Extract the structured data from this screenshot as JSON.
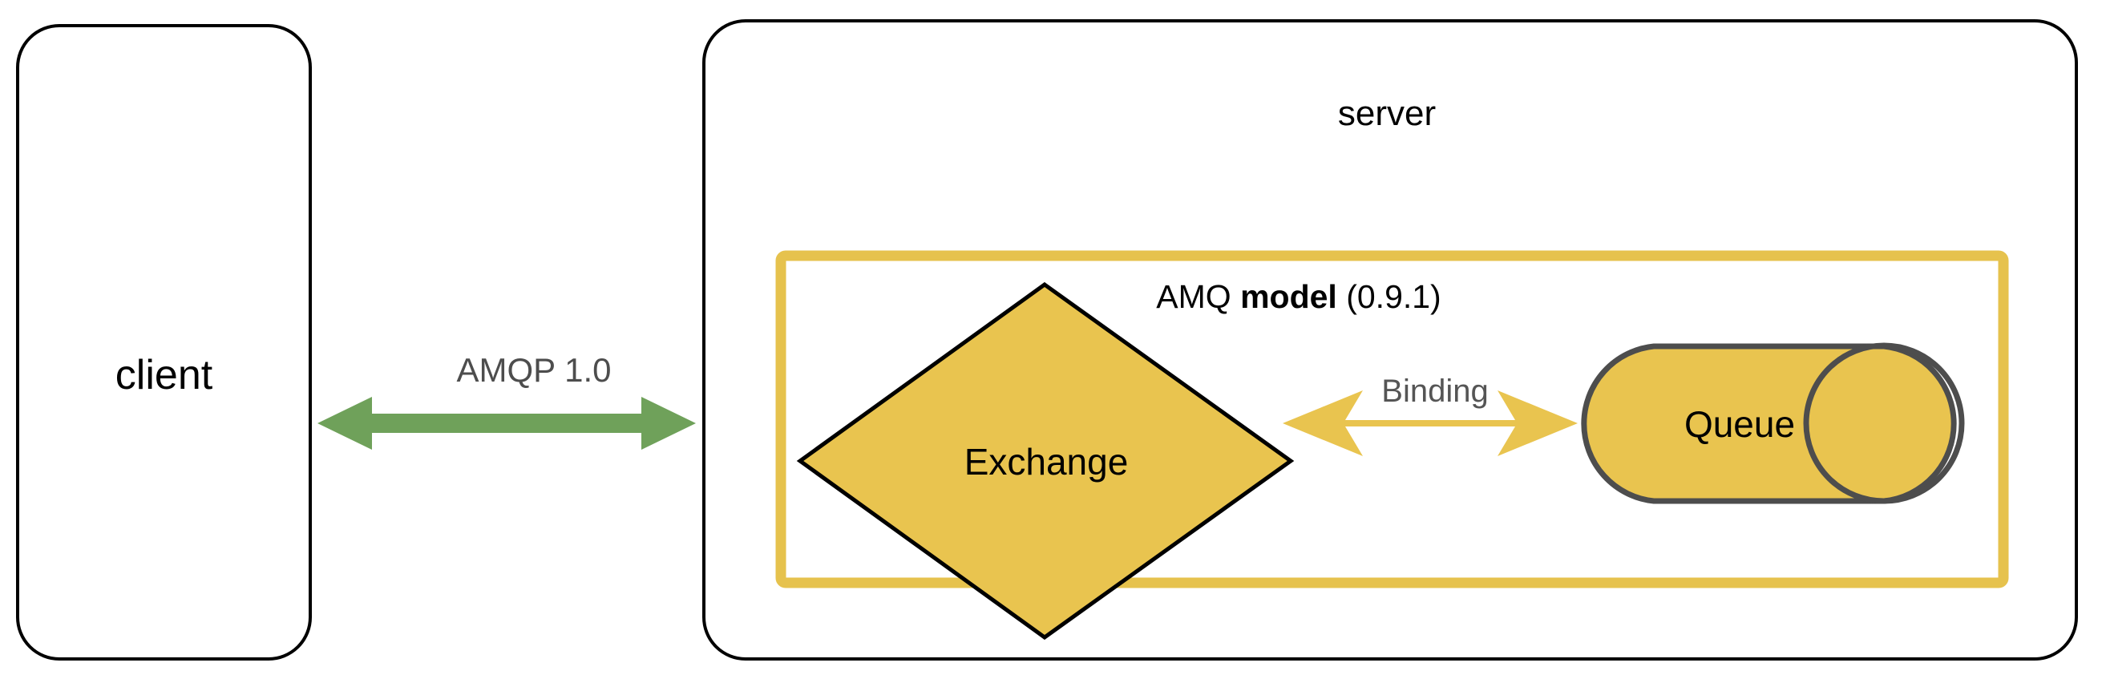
{
  "diagram": {
    "type": "architecture-diagram",
    "title_nodes": [
      "client",
      "server"
    ],
    "colors": {
      "shape_fill": "#E9C44F",
      "model_border": "#E6C24D",
      "binding_arrow": "#E9C44F",
      "amqp_arrow": "#6FA15A",
      "node_stroke": "#000000",
      "cylinder_stroke": "#4D4D4D",
      "label_gray": "#4D4D4D",
      "background": "#FFFFFF"
    },
    "client": {
      "label": "client",
      "shape": "rounded-rectangle"
    },
    "server": {
      "label": "server",
      "shape": "rounded-rectangle"
    },
    "connection": {
      "label": "AMQP 1.0",
      "direction": "bidirectional",
      "color": "#6FA15A"
    },
    "model_box": {
      "label_prefix": "AMQ ",
      "label_bold": "model",
      "label_suffix": " (0.9.1)",
      "label_full": "AMQ model (0.9.1)",
      "shape": "rectangle"
    },
    "exchange": {
      "label": "Exchange",
      "shape": "diamond"
    },
    "queue": {
      "label": "Queue",
      "shape": "cylinder"
    },
    "binding": {
      "label": "Binding",
      "direction": "bidirectional",
      "color": "#E9C44F"
    }
  }
}
